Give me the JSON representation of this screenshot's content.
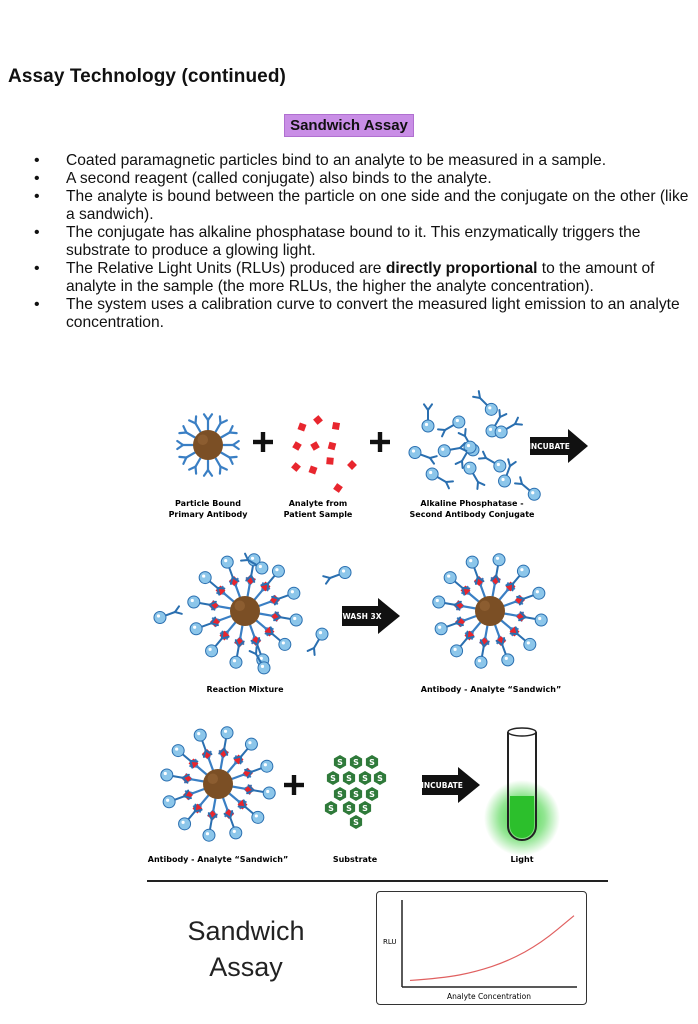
{
  "title": "Assay Technology (continued)",
  "badge": "Sandwich Assay",
  "bullets": [
    {
      "text": "Coated paramagnetic particles bind to an analyte to be measured in a sample."
    },
    {
      "text": "A second reagent (called conjugate) also binds to the analyte."
    },
    {
      "text": "The analyte is bound between the particle on one side and the conjugate on the other (like a sandwich)."
    },
    {
      "text": "The conjugate has alkaline phosphatase bound to it.  This enzymatically triggers the substrate to produce a glowing light."
    },
    {
      "before": "The Relative Light Units (RLUs) produced are ",
      "bold": "directly proportional",
      "after": " to the amount of analyte in the sample (the more RLUs, the higher the analyte concentration)."
    },
    {
      "text": "The system uses a calibration curve to convert the measured light emission to an analyte concentration."
    }
  ],
  "diagram": {
    "row1": {
      "label1_line1": "Particle Bound",
      "label1_line2": "Primary Antibody",
      "label2_line1": "Analyte from",
      "label2_line2": "Patient Sample",
      "label3_line1": "Alkaline Phosphatase -",
      "label3_line2": "Second Antibody Conjugate",
      "arrow_label": "INCUBATE"
    },
    "row2": {
      "label1": "Reaction Mixture",
      "label2": "Antibody - Analyte “Sandwich”",
      "arrow_label": "WASH 3X"
    },
    "row3": {
      "label1": "Antibody - Analyte “Sandwich”",
      "label2": "Substrate",
      "label3": "Light",
      "arrow_label": "INCUBATE"
    },
    "colors": {
      "particle": "#7b4f25",
      "antibody": "#3a7fc4",
      "analyte": "#e8262e",
      "conjugate": "#8cc6ea",
      "substrate": "#2f7a3a",
      "glow": "#3bd13b"
    }
  },
  "footer": {
    "big_label_line1": "Sandwich",
    "big_label_line2": "Assay"
  },
  "chart_data": {
    "type": "line",
    "xlabel": "Analyte Concentration",
    "ylabel": "RLU",
    "series": [
      {
        "values": [
          [
            0,
            0.02
          ],
          [
            0.2,
            0.05
          ],
          [
            0.4,
            0.13
          ],
          [
            0.6,
            0.27
          ],
          [
            0.8,
            0.5
          ],
          [
            1.0,
            0.85
          ]
        ]
      }
    ],
    "grid": false,
    "line_color": "#e06060"
  }
}
